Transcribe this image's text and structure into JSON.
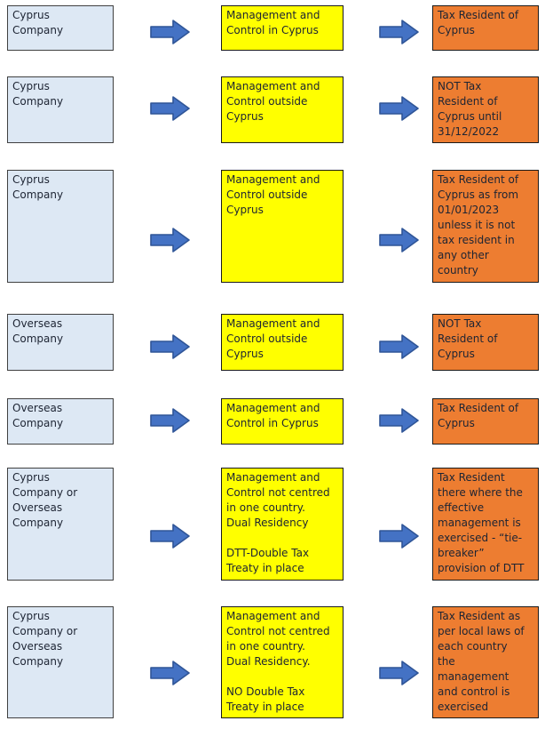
{
  "colors": {
    "page_bg": "#ffffff",
    "source_fill": "#dde8f4",
    "source_border": "#404040",
    "condition_fill": "#ffff00",
    "condition_border": "#1a1a1a",
    "result_fill": "#ed7d31",
    "result_border": "#1a1a1a",
    "arrow_fill": "#4472c4",
    "arrow_stroke": "#2f5597",
    "text": "#1d2433"
  },
  "rows": [
    {
      "left": "Cyprus\nCompany",
      "middle": "Management and\nControl in Cyprus",
      "right": "Tax Resident of\nCyprus"
    },
    {
      "left": "Cyprus\nCompany",
      "middle": "Management and\nControl outside\nCyprus",
      "right": "NOT Tax\nResident of\nCyprus until\n31/12/2022"
    },
    {
      "left": "Cyprus\nCompany",
      "middle": "Management and\nControl outside\nCyprus",
      "right": "Tax Resident of\nCyprus as from\n01/01/2023\nunless it is not\ntax resident in\nany other\ncountry"
    },
    {
      "left": "Overseas\nCompany",
      "middle": "Management and\nControl outside\nCyprus",
      "right": "NOT Tax\nResident of\nCyprus"
    },
    {
      "left": "Overseas\nCompany",
      "middle": "Management and\nControl in Cyprus",
      "right": "Tax Resident of\nCyprus"
    },
    {
      "left": "Cyprus\nCompany or\nOverseas\nCompany",
      "middle": "Management and\nControl not centred\nin one country.\nDual Residency\n\nDTT-Double Tax\nTreaty in place",
      "right": "Tax Resident\nthere where the\neffective\nmanagement is\nexercised - “tie-\nbreaker”\nprovision of DTT"
    },
    {
      "left": "Cyprus\nCompany or\nOverseas\nCompany",
      "middle": "Management and\nControl not centred\nin one country.\nDual Residency.\n\nNO Double Tax\nTreaty in place",
      "right": "Tax Resident as\nper local laws of\neach country\nthe\nmanagement\nand control is\nexercised"
    }
  ]
}
